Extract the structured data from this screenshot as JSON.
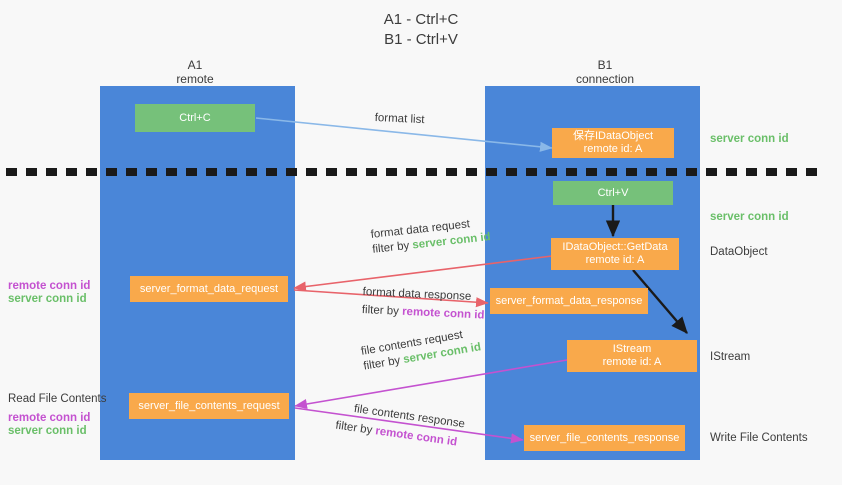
{
  "title": {
    "line1": "A1 - Ctrl+C",
    "line2": "B1 - Ctrl+V"
  },
  "lanes": [
    {
      "name": "A1",
      "sub": "remote",
      "color": "#4a86d8"
    },
    {
      "name": "B1",
      "sub": "connection",
      "color": "#4a86d8"
    }
  ],
  "colors": {
    "lane": "#4a86d8",
    "green_box": "#76c17a",
    "orange_box": "#f9a94b",
    "server_conn": "#6abf69",
    "remote_conn": "#c452d0",
    "arrow_blue": "#8ab8e8",
    "arrow_red": "#e8636a",
    "arrow_purple": "#c452d0",
    "arrow_dark": "#1a1a1a",
    "background": "#f8f8f8"
  },
  "boxes": {
    "ctrl_c": {
      "line1": "Ctrl+C"
    },
    "save_idataobject": {
      "line1": "保存IDataObject",
      "line2": "remote id: A"
    },
    "ctrl_v": {
      "line1": "Ctrl+V"
    },
    "getdata": {
      "line1": "IDataObject::GetData",
      "line2": "remote id: A"
    },
    "format_data_request": {
      "line1": "server_format_data_request"
    },
    "format_data_response": {
      "line1": "server_format_data_response"
    },
    "istream": {
      "line1": "IStream",
      "line2": "remote id: A"
    },
    "file_contents_request": {
      "line1": "server_file_contents_request"
    },
    "file_contents_response": {
      "line1": "server_file_contents_response"
    }
  },
  "edge_labels": {
    "format_list": "format list",
    "format_data_request_l1": "format data request",
    "format_data_request_l2_prefix": "filter by ",
    "format_data_request_l2_key": "server conn id",
    "format_data_response_l1": "format data response",
    "format_data_response_l2_prefix": "filter by ",
    "format_data_response_l2_key": "remote conn id",
    "file_contents_request_l1": "file contents request",
    "file_contents_request_l2_prefix": "filter by ",
    "file_contents_request_l2_key": "server conn id",
    "file_contents_response_l1": "file contents response",
    "file_contents_response_l2_prefix": "filter by ",
    "file_contents_response_l2_key": "remote conn id"
  },
  "right_labels": {
    "server_conn_top": "server conn id",
    "server_conn_second": "server conn id",
    "dataobject": "DataObject",
    "istream": "IStream",
    "write_file_contents": "Write File Contents"
  },
  "left_labels": {
    "remote_conn_1": "remote conn id",
    "server_conn_1": "server conn id",
    "read_file_contents": "Read File Contents",
    "remote_conn_2": "remote conn id",
    "server_conn_2": "server conn id"
  }
}
